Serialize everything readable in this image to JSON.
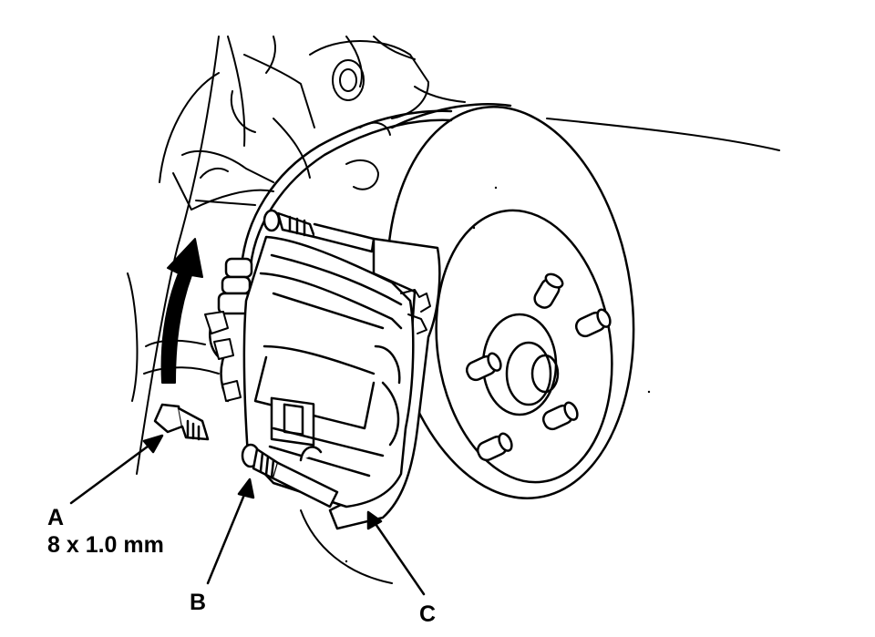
{
  "callouts": {
    "a": {
      "letter": "A",
      "spec": "8 x 1.0 mm"
    },
    "b": {
      "letter": "B"
    },
    "c": {
      "letter": "C"
    }
  },
  "colors": {
    "ink": "#000000",
    "paper": "#ffffff"
  }
}
